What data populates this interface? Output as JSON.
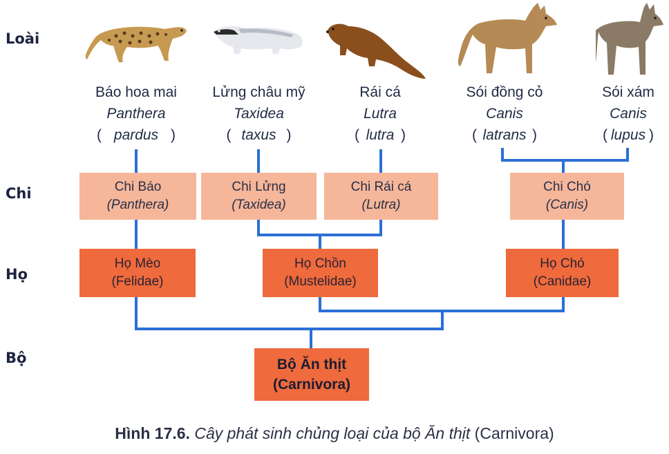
{
  "ranks": {
    "species": "Loài",
    "genus": "Chi",
    "family": "Họ",
    "order": "Bộ"
  },
  "species": [
    {
      "common": "Báo hoa mai",
      "sci_open": "(",
      "sci": "Panthera pardus",
      "sci_close": ")",
      "icon": "leopard-icon"
    },
    {
      "common": "Lửng châu mỹ",
      "sci_open": "(",
      "sci": "Taxidea taxus",
      "sci_close": ")",
      "icon": "badger-icon"
    },
    {
      "common": "Rái cá",
      "sci_open": "(",
      "sci": "Lutra lutra",
      "sci_close": ")",
      "icon": "otter-icon"
    },
    {
      "common": "Sói đồng cỏ",
      "sci_open": "(",
      "sci": "Canis latrans",
      "sci_close": ")",
      "icon": "coyote-icon"
    },
    {
      "common": "Sói xám",
      "sci_open": "(",
      "sci": "Canis lupus",
      "sci_close": ")",
      "icon": "gray-wolf-icon"
    }
  ],
  "genera": [
    {
      "label": "Chi Báo",
      "sci": "(Panthera)"
    },
    {
      "label": "Chi Lửng",
      "sci": "(Taxidea)"
    },
    {
      "label": "Chi Rái cá",
      "sci": "(Lutra)"
    },
    {
      "label": "Chi Chó",
      "sci": "(Canis)"
    }
  ],
  "families": [
    {
      "label": "Họ Mèo",
      "sci": "(Felidae)"
    },
    {
      "label": "Họ Chồn",
      "sci": "(Mustelidae)"
    },
    {
      "label": "Họ Chó",
      "sci": "(Canidae)"
    }
  ],
  "order": {
    "label": "Bộ Ăn thịt",
    "sci": "(Carnivora)"
  },
  "caption": {
    "number": "Hình 17.6.",
    "text": "Cây phát sinh chủng loại của bộ Ăn thịt",
    "suffix": "(Carnivora)"
  },
  "colors": {
    "line": "#2b6fd6",
    "genus_box": "#f5b69a",
    "family_box": "#ef6a3c",
    "order_box": "#ef6a3c"
  }
}
